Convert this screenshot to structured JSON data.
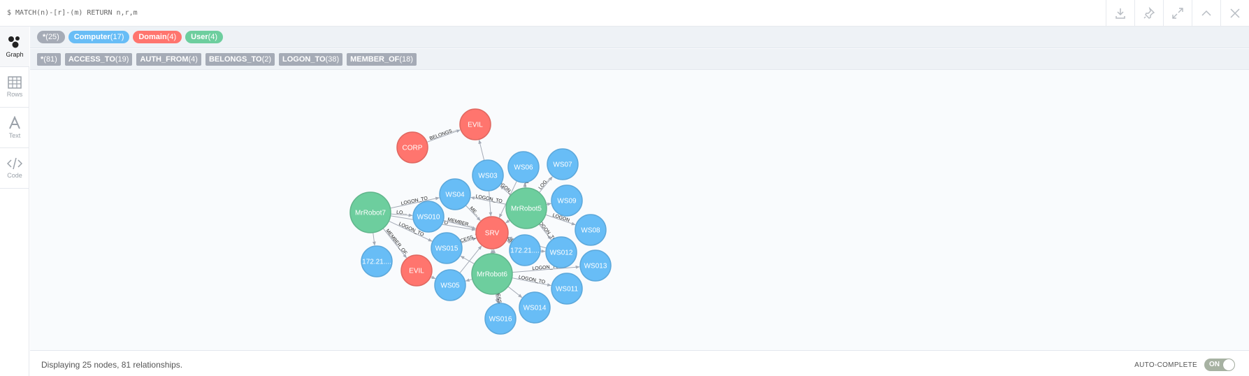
{
  "query": "$ MATCH(n)-[r]-(m) RETURN n,r,m",
  "actions": [
    {
      "name": "download-icon"
    },
    {
      "name": "pin-icon"
    },
    {
      "name": "expand-icon"
    },
    {
      "name": "collapse-icon"
    },
    {
      "name": "close-icon"
    }
  ],
  "rail": [
    {
      "label": "Graph",
      "icon": "graph-icon",
      "active": true
    },
    {
      "label": "Rows",
      "icon": "table-icon"
    },
    {
      "label": "Text",
      "icon": "text-icon"
    },
    {
      "label": "Code",
      "icon": "code-icon"
    }
  ],
  "node_labels": [
    {
      "name": "*",
      "count": "(25)",
      "color": "#a5abb6"
    },
    {
      "name": "Computer",
      "count": "(17)",
      "color": "#68bdf6"
    },
    {
      "name": "Domain",
      "count": "(4)",
      "color": "#ff756e"
    },
    {
      "name": "User",
      "count": "(4)",
      "color": "#6dce9e"
    }
  ],
  "rel_types": [
    {
      "name": "*",
      "count": "(81)"
    },
    {
      "name": "ACCESS_TO",
      "count": "(19)"
    },
    {
      "name": "AUTH_FROM",
      "count": "(4)"
    },
    {
      "name": "BELONGS_TO",
      "count": "(2)"
    },
    {
      "name": "LOGON_TO",
      "count": "(38)"
    },
    {
      "name": "MEMBER_OF",
      "count": "(18)"
    }
  ],
  "colors": {
    "computer": "#68bdf6",
    "computer_stroke": "#5ca8db",
    "domain": "#ff756e",
    "domain_stroke": "#e06760",
    "user": "#6dce9e",
    "user_stroke": "#60b58b",
    "edge": "#a5abb6"
  },
  "graph": {
    "nodes": [
      {
        "id": "EVIL1",
        "label": "EVIL",
        "type": "domain"
      },
      {
        "id": "CORP",
        "label": "CORP",
        "type": "domain"
      },
      {
        "id": "SRV",
        "label": "SRV",
        "type": "domain"
      },
      {
        "id": "EVIL2",
        "label": "EVIL",
        "type": "domain"
      },
      {
        "id": "MrRobot7",
        "label": "MrRobot7",
        "type": "user"
      },
      {
        "id": "MrRobot5",
        "label": "MrRobot5",
        "type": "user"
      },
      {
        "id": "MrRobot6",
        "label": "MrRobot6",
        "type": "user"
      },
      {
        "id": "WS03",
        "label": "WS03",
        "type": "computer"
      },
      {
        "id": "WS06",
        "label": "WS06",
        "type": "computer"
      },
      {
        "id": "WS07",
        "label": "WS07",
        "type": "computer"
      },
      {
        "id": "WS04",
        "label": "WS04",
        "type": "computer"
      },
      {
        "id": "WS09",
        "label": "WS09",
        "type": "computer"
      },
      {
        "id": "WS010",
        "label": "WS010",
        "type": "computer"
      },
      {
        "id": "WS08",
        "label": "WS08",
        "type": "computer"
      },
      {
        "id": "WS015",
        "label": "WS015",
        "type": "computer"
      },
      {
        "id": "IP2",
        "label": "172.21....",
        "type": "computer"
      },
      {
        "id": "WS012",
        "label": "WS012",
        "type": "computer"
      },
      {
        "id": "IP1",
        "label": "172.21....",
        "type": "computer"
      },
      {
        "id": "WS013",
        "label": "WS013",
        "type": "computer"
      },
      {
        "id": "WS05",
        "label": "WS05",
        "type": "computer"
      },
      {
        "id": "WS011",
        "label": "WS011",
        "type": "computer"
      },
      {
        "id": "WS014",
        "label": "WS014",
        "type": "computer"
      },
      {
        "id": "WS016",
        "label": "WS016",
        "type": "computer"
      }
    ],
    "edges": [
      {
        "from": "CORP",
        "to": "EVIL1",
        "label": "BELONGS..."
      },
      {
        "from": "WS03",
        "to": "EVIL1",
        "label": ""
      },
      {
        "from": "MrRobot7",
        "to": "WS04",
        "label": "LOGON_TO"
      },
      {
        "from": "MrRobot7",
        "to": "WS010",
        "label": "LO..."
      },
      {
        "from": "MrRobot7",
        "to": "WS015",
        "label": "LOGON_TO"
      },
      {
        "from": "MrRobot7",
        "to": "IP1",
        "label": ""
      },
      {
        "from": "MrRobot7",
        "to": "EVIL2",
        "label": "MEMBER_OF"
      },
      {
        "from": "MrRobot7",
        "to": "SRV",
        "label": "ACCESS_TO"
      },
      {
        "from": "WS010",
        "to": "SRV",
        "label": "MEMBER..."
      },
      {
        "from": "WS04",
        "to": "SRV",
        "label": "ME..."
      },
      {
        "from": "WS015",
        "to": "SRV",
        "label": "ACCESS_TO"
      },
      {
        "from": "WS05",
        "to": "SRV",
        "label": ""
      },
      {
        "from": "WS016",
        "to": "SRV",
        "label": ""
      },
      {
        "from": "MrRobot5",
        "to": "WS03",
        "label": "LOGON_TO"
      },
      {
        "from": "MrRobot5",
        "to": "WS06",
        "label": "L..."
      },
      {
        "from": "MrRobot5",
        "to": "WS07",
        "label": "LOG..."
      },
      {
        "from": "MrRobot5",
        "to": "WS09",
        "label": ""
      },
      {
        "from": "MrRobot5",
        "to": "WS08",
        "label": "LOGON"
      },
      {
        "from": "MrRobot5",
        "to": "WS012",
        "label": "LOGON_TO"
      },
      {
        "from": "MrRobot5",
        "to": "SRV",
        "label": ""
      },
      {
        "from": "MrRobot5",
        "to": "WS04",
        "label": "LOGON_TO"
      },
      {
        "from": "MrRobot6",
        "to": "WS05",
        "label": ""
      },
      {
        "from": "MrRobot6",
        "to": "WS013",
        "label": "LOGON_TO"
      },
      {
        "from": "MrRobot6",
        "to": "WS011",
        "label": "LOGON_TO"
      },
      {
        "from": "MrRobot6",
        "to": "WS014",
        "label": ""
      },
      {
        "from": "MrRobot6",
        "to": "WS016",
        "label": "ACCESS_TO"
      },
      {
        "from": "MrRobot6",
        "to": "SRV",
        "label": ""
      },
      {
        "from": "MrRobot6",
        "to": "WS015",
        "label": ""
      },
      {
        "from": "IP2",
        "to": "SRV",
        "label": "MEMBER"
      },
      {
        "from": "IP2",
        "to": "WS012",
        "label": ""
      },
      {
        "from": "WS03",
        "to": "SRV",
        "label": ""
      },
      {
        "from": "WS06",
        "to": "SRV",
        "label": ""
      },
      {
        "from": "WS012",
        "to": "SRV",
        "label": ""
      },
      {
        "from": "EVIL2",
        "to": "WS05",
        "label": ""
      }
    ]
  },
  "status": "Displaying 25 nodes, 81 relationships.",
  "autocomplete_label": "AUTO-COMPLETE",
  "autocomplete_state": "ON"
}
